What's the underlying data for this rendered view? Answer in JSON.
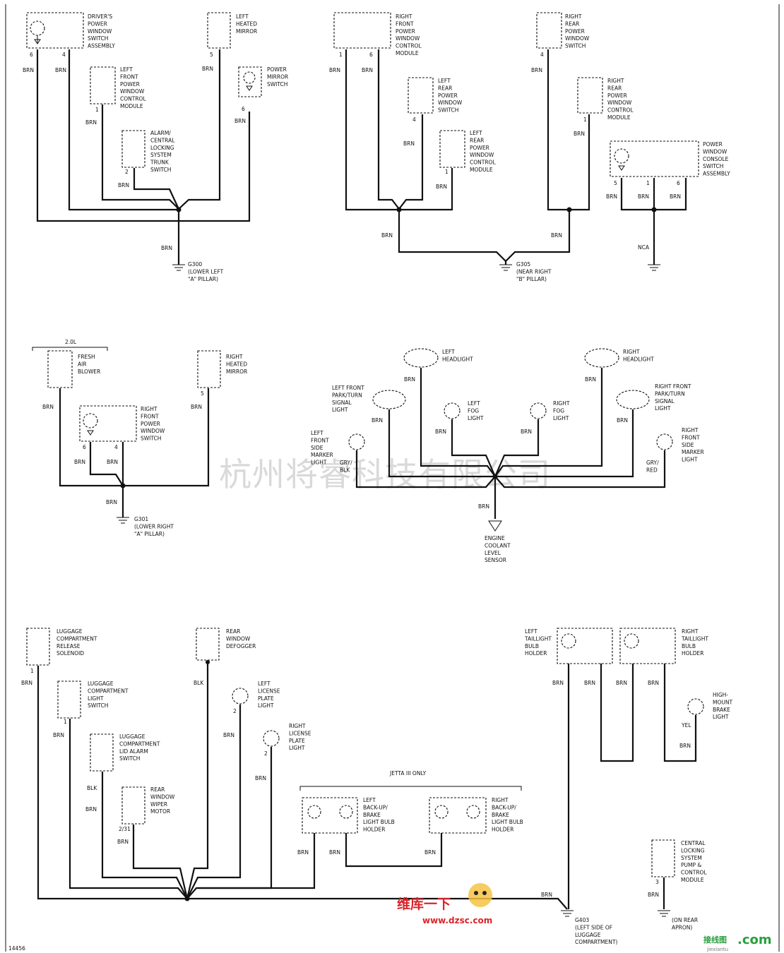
{
  "watermark": "杭州将睿科技有限公司",
  "logo": {
    "text1": "维库一下",
    "text2": "www.dzsc.com",
    "text3": "接线图",
    "text4": ".com",
    "text5": "jiexiantu"
  },
  "corner_id": "14456",
  "wire_colors": {
    "brn": "BRN",
    "blk": "BLK",
    "yel": "YEL",
    "gry_red": "GRY/\nRED",
    "gry_blk": "GRY/\nBLK",
    "nca": "NCA"
  },
  "components": {
    "drivers_switch": "DRIVER'S\nPOWER\nWINDOW\nSWITCH\nASSEMBLY",
    "left_heated_mirror": "LEFT\nHEATED\nMIRROR",
    "left_front_pw_module": "LEFT\nFRONT\nPOWER\nWINDOW\nCONTROL\nMODULE",
    "power_mirror_switch": "POWER\nMIRROR\nSWITCH",
    "alarm_switch": "ALARM/\nCENTRAL\nLOCKING\nSYSTEM\nTRUNK\nSWITCH",
    "right_front_pw_module": "RIGHT\nFRONT\nPOWER\nWINDOW\nCONTROL\nMODULE",
    "left_rear_pw_switch": "LEFT\nREAR\nPOWER\nWINDOW\nSWITCH",
    "left_rear_pw_module": "LEFT\nREAR\nPOWER\nWINDOW\nCONTROL\nMODULE",
    "right_rear_pw_switch": "RIGHT\nREAR\nPOWER\nWINDOW\nSWITCH",
    "right_rear_pw_module": "RIGHT\nREAR\nPOWER\nWINDOW\nCONTROL\nMODULE",
    "console_switch": "POWER\nWINDOW\nCONSOLE\nSWITCH\nASSEMBLY",
    "fresh_air_blower": "FRESH\nAIR\nBLOWER",
    "right_front_pw_switch": "RIGHT\nFRONT\nPOWER\nWINDOW\nSWITCH",
    "right_heated_mirror": "RIGHT\nHEATED\nMIRROR",
    "left_headlight": "LEFT\nHEADLIGHT",
    "right_headlight": "RIGHT\nHEADLIGHT",
    "left_front_park": "LEFT FRONT\nPARK/TURN\nSIGNAL\nLIGHT",
    "right_front_park": "RIGHT FRONT\nPARK/TURN\nSIGNAL\nLIGHT",
    "left_fog": "LEFT\nFOG\nLIGHT",
    "right_fog": "RIGHT\nFOG\nLIGHT",
    "left_side_marker": "LEFT\nFRONT\nSIDE\nMARKER\nLIGHT",
    "right_side_marker": "RIGHT\nFRONT\nSIDE\nMARKER\nLIGHT",
    "coolant_sensor": "ENGINE\nCOOLANT\nLEVEL\nSENSOR",
    "lug_release": "LUGGAGE\nCOMPARTMENT\nRELEASE\nSOLENOID",
    "lug_light_switch": "LUGGAGE\nCOMPARTMENT\nLIGHT\nSWITCH",
    "lug_alarm_switch": "LUGGAGE\nCOMPARTMENT\nLID ALARM\nSWITCH",
    "rear_wiper": "REAR\nWINDOW\nWIPER\nMOTOR",
    "rear_defogger": "REAR\nWINDOW\nDEFOGGER",
    "left_license": "LEFT\nLICENSE\nPLATE\nLIGHT",
    "right_license": "RIGHT\nLICENSE\nPLATE\nLIGHT",
    "left_backup": "LEFT\nBACK-UP/\nBRAKE\nLIGHT BULB\nHOLDER",
    "right_backup": "RIGHT\nBACK-UP/\nBRAKE\nLIGHT BULB\nHOLDER",
    "left_taillight": "LEFT\nTAILLIGHT\nBULB\nHOLDER",
    "right_taillight": "RIGHT\nTAILLIGHT\nBULB\nHOLDER",
    "high_mount": "HIGH-\nMOUNT\nBRAKE\nLIGHT",
    "central_locking": "CENTRAL\nLOCKING\nSYSTEM\nPUMP &\nCONTROL\nMODULE"
  },
  "grounds": {
    "g300": "G300\n(LOWER LEFT\n\"A\" PILLAR)",
    "g305": "G305\n(NEAR RIGHT\n\"B\" PILLAR)",
    "g301": "G301\n(LOWER RIGHT\n\"A\" PILLAR)",
    "g403": "G403\n(LEFT SIDE OF\nLUGGAGE\nCOMPARTMENT)",
    "rear_apron": "(ON REAR\nAPRON)"
  },
  "notes": {
    "engine_20l": "2.0L",
    "jetta_only": "JETTA III ONLY"
  }
}
